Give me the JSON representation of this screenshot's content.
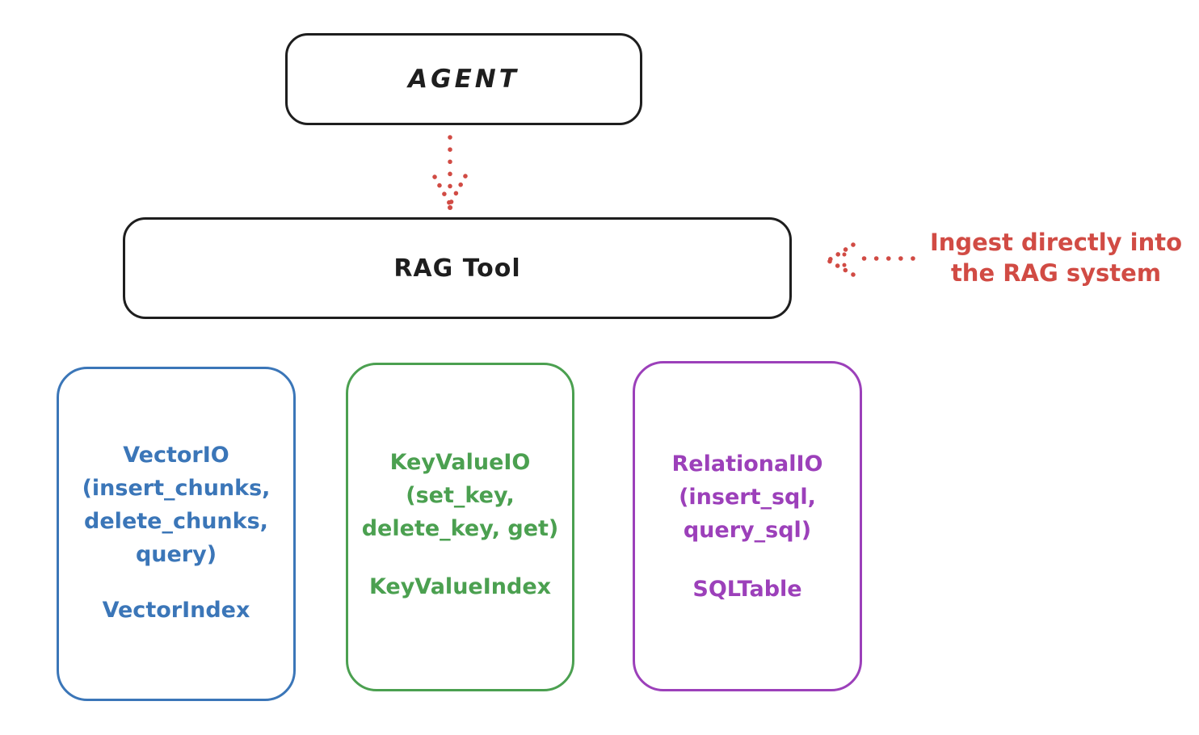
{
  "colors": {
    "ink": "#1e1e1e",
    "red": "#d14b44",
    "blue": "#3b76b8",
    "green": "#4ba050",
    "purple": "#9c40ba",
    "background": "#ffffff"
  },
  "nodes": {
    "agent": {
      "label": "AGENT"
    },
    "rag_tool": {
      "label": "RAG Tool"
    }
  },
  "cards": {
    "vector": {
      "lines": [
        "VectorIO",
        "(insert_chunks,",
        "delete_chunks,",
        "query)"
      ],
      "index": "VectorIndex"
    },
    "keyvalue": {
      "lines": [
        "KeyValueIO",
        "(set_key,",
        "delete_key, get)"
      ],
      "index": "KeyValueIndex"
    },
    "relational": {
      "lines": [
        "RelationalIO",
        "(insert_sql,",
        "query_sql)"
      ],
      "index": "SQLTable"
    }
  },
  "annotation": {
    "line1": "Ingest directly into",
    "line2": "the RAG system"
  },
  "arrows": [
    {
      "name": "agent-to-rag-tool",
      "style": "dotted",
      "direction": "down"
    },
    {
      "name": "annotation-to-rag-tool",
      "style": "dotted",
      "direction": "left"
    }
  ]
}
